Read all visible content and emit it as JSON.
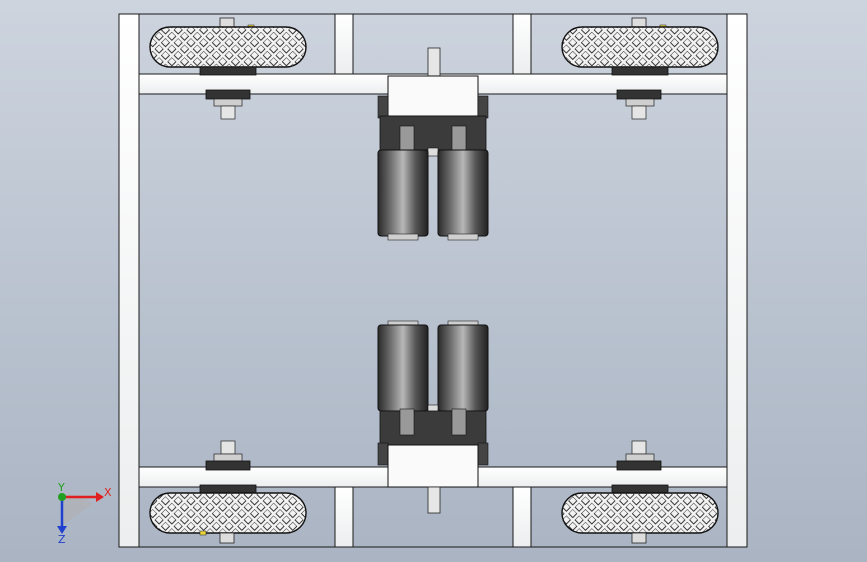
{
  "view": {
    "background_top": "#cdd4de",
    "background_bottom": "#aab4c3",
    "frame_color": "#ffffff",
    "outline_color": "#1a1a1a",
    "motor_color": "#5a5a5a",
    "tire_color": "#e8e8e8"
  },
  "assembly": {
    "wheels": [
      {
        "id": "wheel-front-left"
      },
      {
        "id": "wheel-front-right"
      },
      {
        "id": "wheel-rear-left"
      },
      {
        "id": "wheel-rear-right"
      }
    ],
    "motors": [
      {
        "id": "motor-top-left"
      },
      {
        "id": "motor-top-right"
      },
      {
        "id": "motor-bottom-left"
      },
      {
        "id": "motor-bottom-right"
      }
    ],
    "gearboxes": [
      {
        "id": "gearbox-top"
      },
      {
        "id": "gearbox-bottom"
      }
    ]
  },
  "triad": {
    "x_label": "X",
    "y_label": "Y",
    "z_label": "Z",
    "x_color": "#e02020",
    "y_color": "#20a020",
    "z_color": "#2040d0"
  }
}
